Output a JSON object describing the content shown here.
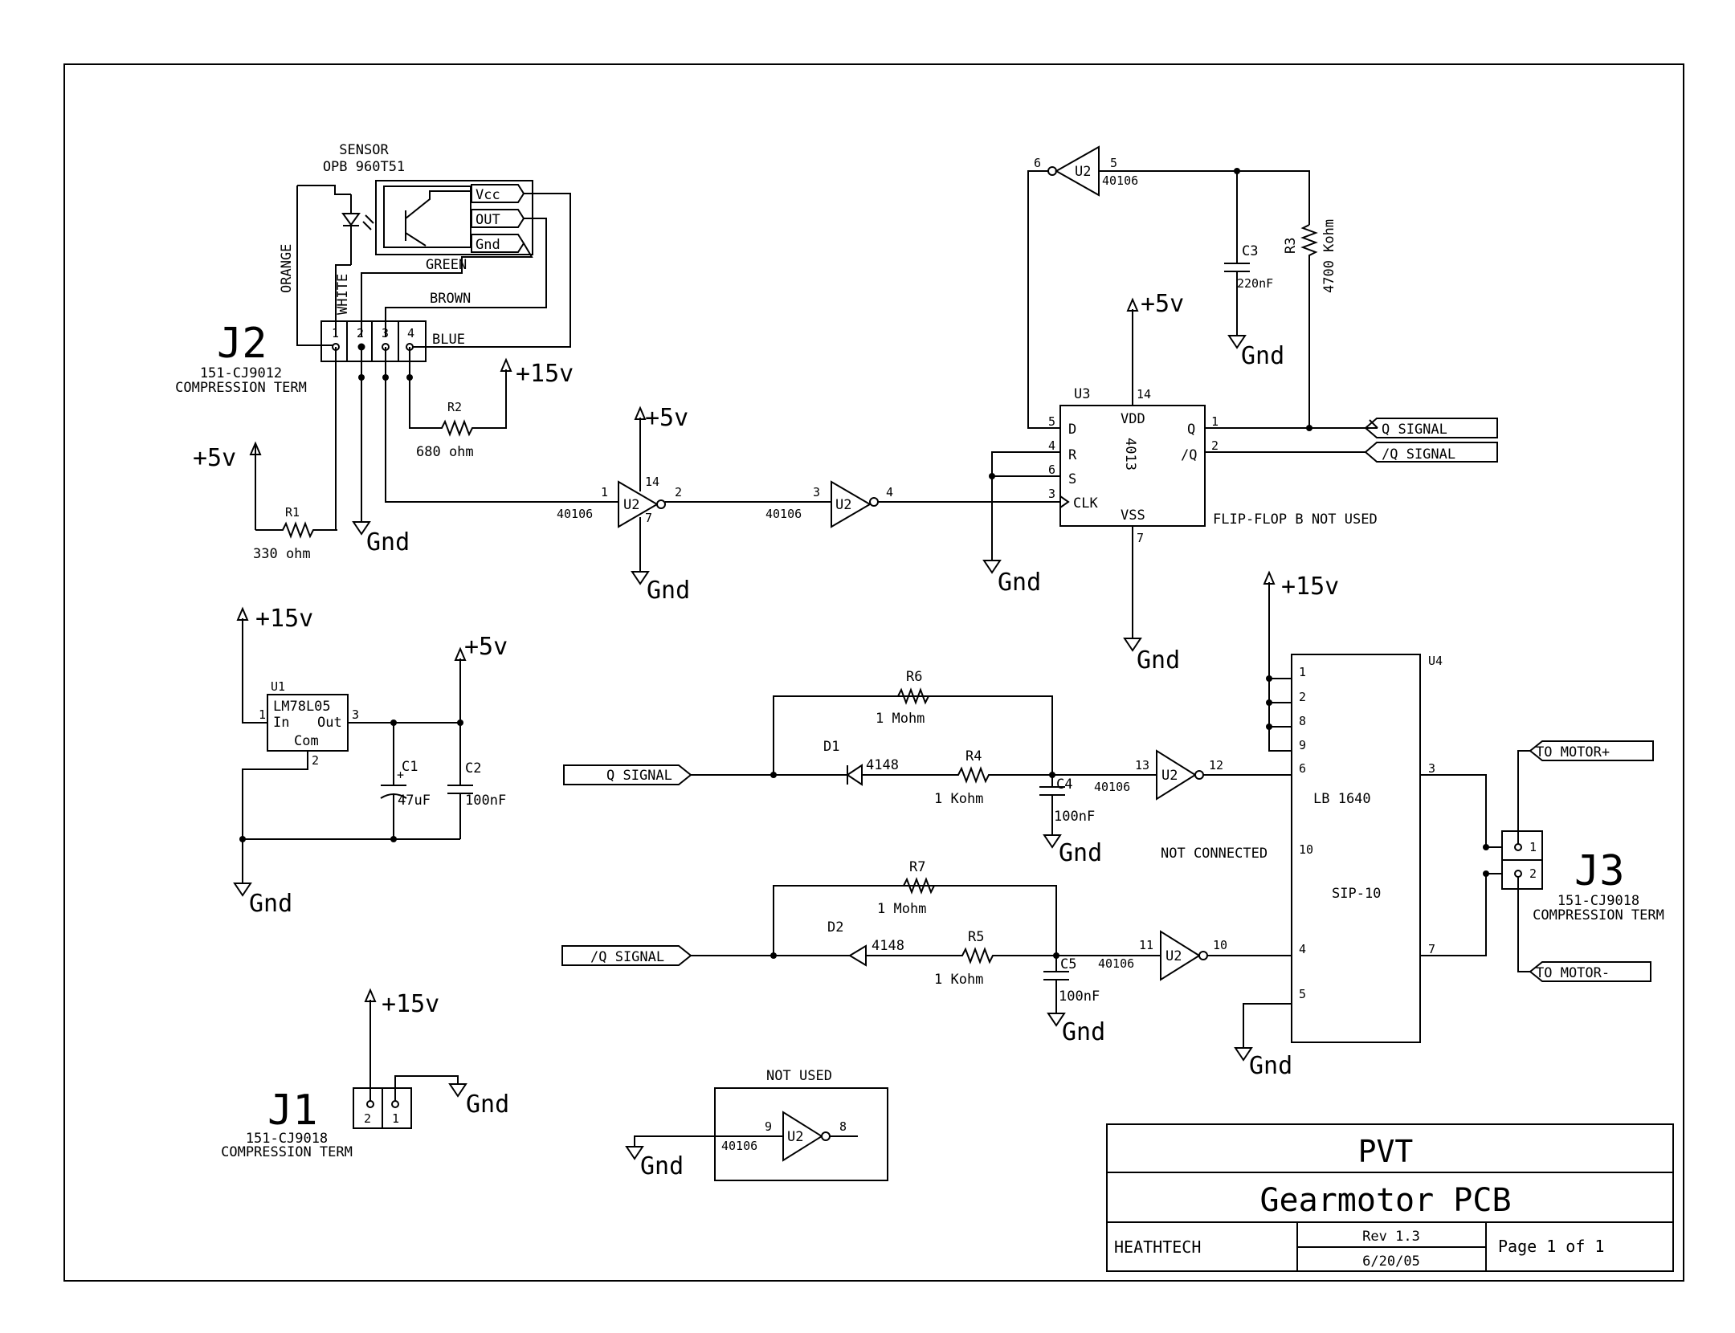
{
  "title_block": {
    "company": "PVT",
    "title": "Gearmotor PCB",
    "author": "HEATHTECH",
    "revision": "Rev 1.3",
    "date": "6/20/05",
    "page": "Page 1 of 1"
  },
  "power": {
    "v5": "+5v",
    "v15": "+15v",
    "gnd": "Gnd"
  },
  "sensor": {
    "title": "SENSOR",
    "part": "OPB 960T51",
    "pin_vcc": "Vcc",
    "pin_out": "OUT",
    "pin_gnd": "Gnd"
  },
  "wires": {
    "orange": "ORANGE",
    "white": "WHITE",
    "green": "GREEN",
    "brown": "BROWN",
    "blue": "BLUE"
  },
  "j2": {
    "ref": "J2",
    "part": "151-CJ9012",
    "desc": "COMPRESSION TERM",
    "p1": "1",
    "p2": "2",
    "p3": "3",
    "p4": "4"
  },
  "j1": {
    "ref": "J1",
    "part": "151-CJ9018",
    "desc": "COMPRESSION TERM",
    "p2": "2",
    "p1": "1"
  },
  "j3": {
    "ref": "J3",
    "part": "151-CJ9018",
    "desc": "COMPRESSION TERM",
    "p1": "1",
    "p2": "2"
  },
  "r1": {
    "ref": "R1",
    "value": "330 ohm"
  },
  "r2": {
    "ref": "R2",
    "value": "680 ohm"
  },
  "r3": {
    "ref": "R3",
    "value": "4700 Kohm"
  },
  "r4": {
    "ref": "R4",
    "value": "1 Kohm"
  },
  "r5": {
    "ref": "R5",
    "value": "1 Kohm"
  },
  "r6": {
    "ref": "R6",
    "value": "1 Mohm"
  },
  "r7": {
    "ref": "R7",
    "value": "1 Mohm"
  },
  "c1": {
    "ref": "C1",
    "value": "47uF"
  },
  "c2": {
    "ref": "C2",
    "value": "100nF"
  },
  "c3": {
    "ref": "C3",
    "value": "220nF"
  },
  "c4": {
    "ref": "C4",
    "value": "100nF"
  },
  "c5": {
    "ref": "C5",
    "value": "100nF"
  },
  "d1": {
    "ref": "D1",
    "value": "4148"
  },
  "d2": {
    "ref": "D2",
    "value": "4148"
  },
  "u1": {
    "ref": "U1",
    "part": "LM78L05",
    "in": "In",
    "out": "Out",
    "com": "Com",
    "p1": "1",
    "p2": "2",
    "p3": "3"
  },
  "u2": {
    "ref": "U2",
    "part": "40106",
    "ga": {
      "in": "1",
      "out": "2",
      "vdd": "14",
      "vss": "7"
    },
    "gb": {
      "in": "3",
      "out": "4"
    },
    "gc": {
      "in": "5",
      "out": "6"
    },
    "gd": {
      "in": "13",
      "out": "12"
    },
    "ge": {
      "in": "11",
      "out": "10"
    },
    "gf": {
      "in": "9",
      "out": "8"
    },
    "not_used": "NOT USED"
  },
  "u3": {
    "ref": "U3",
    "part": "4013",
    "d": "D",
    "r": "R",
    "s": "S",
    "clk": "CLK",
    "vdd": "VDD",
    "vss": "VSS",
    "q": "Q",
    "nq": "/Q",
    "p5": "5",
    "p4": "4",
    "p6": "6",
    "p3": "3",
    "p14": "14",
    "p7": "7",
    "p1": "1",
    "p2": "2",
    "note": "FLIP-FLOP B NOT USED"
  },
  "u4": {
    "ref": "U4",
    "part": "LB 1640",
    "pkg": "SIP-10",
    "p1": "1",
    "p2": "2",
    "p8": "8",
    "p9": "9",
    "p6": "6",
    "p10": "10",
    "p4": "4",
    "p5": "5",
    "p3": "3",
    "p7": "7",
    "nc": "NOT CONNECTED"
  },
  "nets": {
    "q_signal": "Q SIGNAL",
    "nq_signal": "/Q SIGNAL",
    "motor_pos": "TO MOTOR+",
    "motor_neg": "TO MOTOR-"
  }
}
